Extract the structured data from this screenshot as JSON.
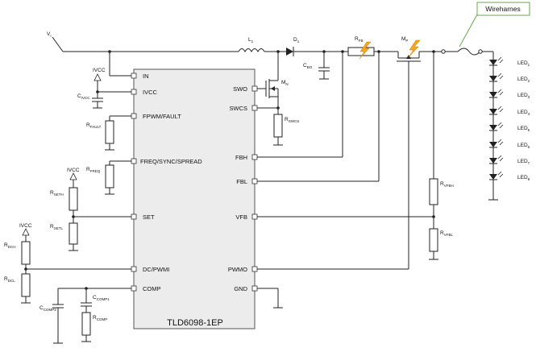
{
  "chip": {
    "part_number": "TLD6098-1EP",
    "pins_left": [
      "IN",
      "IVCC",
      "FPWM/FAULT",
      "FREQ/SYNC/SPREAD",
      "SET",
      "DC/PWMI",
      "COMP"
    ],
    "pins_right": [
      "SWO",
      "SWCS",
      "FBH",
      "FBL",
      "VFB",
      "PWMO",
      "GND"
    ]
  },
  "labels": {
    "vin": {
      "main": "V",
      "sub": "I"
    },
    "inductor": {
      "main": "L",
      "sub": "1"
    },
    "diode": {
      "main": "D",
      "sub": "1"
    },
    "cbo": {
      "main": "C",
      "sub": "BO"
    },
    "rfb": {
      "main": "R",
      "sub": "FB"
    },
    "mp": {
      "main": "M",
      "sub": "P"
    },
    "mn": {
      "main": "M",
      "sub": "N"
    },
    "rswcs": {
      "main": "R",
      "sub": "SWCS"
    },
    "ivcc_cap": {
      "main": "C",
      "sub": "IVCC"
    },
    "rfault": {
      "main": "R",
      "sub": "FAULT"
    },
    "rfreq": {
      "main": "R",
      "sub": "FREQ"
    },
    "rseth": {
      "main": "R",
      "sub": "SETH"
    },
    "rsetl": {
      "main": "R",
      "sub": "SETL"
    },
    "rdch": {
      "main": "R",
      "sub": "DCH"
    },
    "rdcl": {
      "main": "R",
      "sub": "DCL"
    },
    "ccomp1": {
      "main": "C",
      "sub": "COMP1"
    },
    "ccomp2": {
      "main": "C",
      "sub": "COMP2"
    },
    "rcomp": {
      "main": "R",
      "sub": "COMP"
    },
    "rvfbh": {
      "main": "R",
      "sub": "VFBH"
    },
    "rvfbl": {
      "main": "R",
      "sub": "VFBL"
    },
    "ivcc_1": "IVCC",
    "ivcc_2": "IVCC",
    "ivcc_3": "IVCC",
    "wireharnes": "Wireharnes"
  },
  "leds": [
    {
      "main": "LED",
      "sub": "1"
    },
    {
      "main": "LED",
      "sub": "2"
    },
    {
      "main": "LED",
      "sub": "3"
    },
    {
      "main": "LED",
      "sub": "4"
    },
    {
      "main": "LED",
      "sub": "5"
    },
    {
      "main": "LED",
      "sub": "6"
    },
    {
      "main": "LED",
      "sub": "7"
    },
    {
      "main": "LED",
      "sub": "8"
    }
  ]
}
